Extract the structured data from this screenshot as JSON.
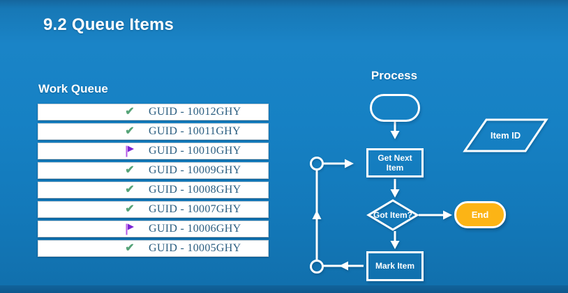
{
  "slide": {
    "title": "9.2 Queue Items"
  },
  "work_queue": {
    "heading": "Work Queue",
    "rows": [
      {
        "label": "GUID - 10012GHY",
        "status": "done"
      },
      {
        "label": "GUID - 10011GHY",
        "status": "done"
      },
      {
        "label": "GUID - 10010GHY",
        "status": "flagged"
      },
      {
        "label": "GUID - 10009GHY",
        "status": "done"
      },
      {
        "label": "GUID - 10008GHY",
        "status": "done"
      },
      {
        "label": "GUID - 10007GHY",
        "status": "done"
      },
      {
        "label": "GUID - 10006GHY",
        "status": "flagged"
      },
      {
        "label": "GUID - 10005GHY",
        "status": "done"
      }
    ],
    "icons": {
      "done": "check-icon",
      "flagged": "flag-icon"
    }
  },
  "flowchart": {
    "heading": "Process",
    "nodes": [
      {
        "id": "start",
        "type": "terminator",
        "label": ""
      },
      {
        "id": "get-next-item",
        "type": "process",
        "label": "Get Next Item"
      },
      {
        "id": "got-item",
        "type": "decision",
        "label": "Got Item?"
      },
      {
        "id": "end",
        "type": "terminator",
        "label": "End"
      },
      {
        "id": "mark-item",
        "type": "process",
        "label": "Mark Item"
      },
      {
        "id": "item-id",
        "type": "data",
        "label": "Item ID"
      }
    ]
  },
  "colors": {
    "background": "#1580c2",
    "bottom_band": "#0e578c",
    "end_node_fill": "#fcb415",
    "check_icon": "#55a377",
    "flag_icon": "#7c24d4",
    "row_text": "#2b5e80",
    "line": "#ffffff"
  }
}
